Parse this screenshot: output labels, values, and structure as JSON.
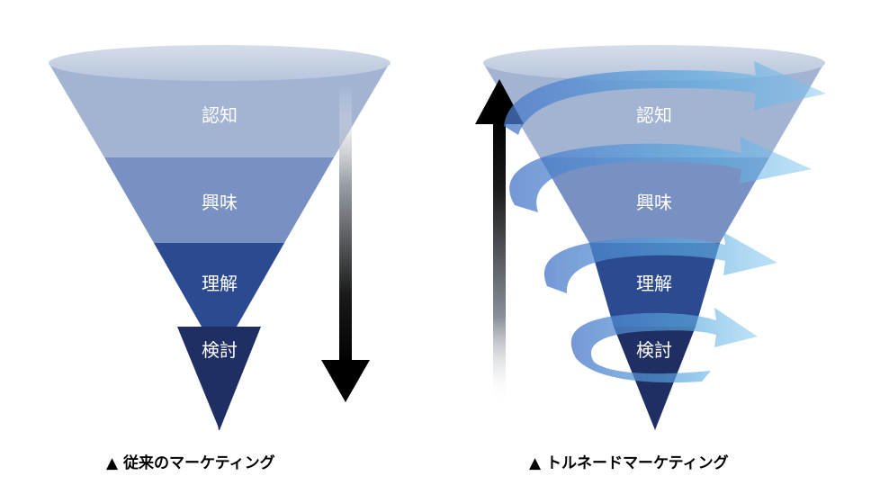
{
  "colors": {
    "stage1": "#a3b4d3",
    "stage2": "#7890c2",
    "stage3": "#2b4a8f",
    "stage4": "#1f2f63",
    "rim": "#c3cfe2",
    "swirl": "#5aa8df",
    "arrow_dark": "#000000"
  },
  "left_funnel": {
    "stages": [
      "認知",
      "興味",
      "理解",
      "検討"
    ],
    "caption": "▲ 従来のマーケティング"
  },
  "right_funnel": {
    "stages": [
      "認知",
      "興味",
      "理解",
      "検討"
    ],
    "caption": "▲ トルネードマーケティング"
  }
}
